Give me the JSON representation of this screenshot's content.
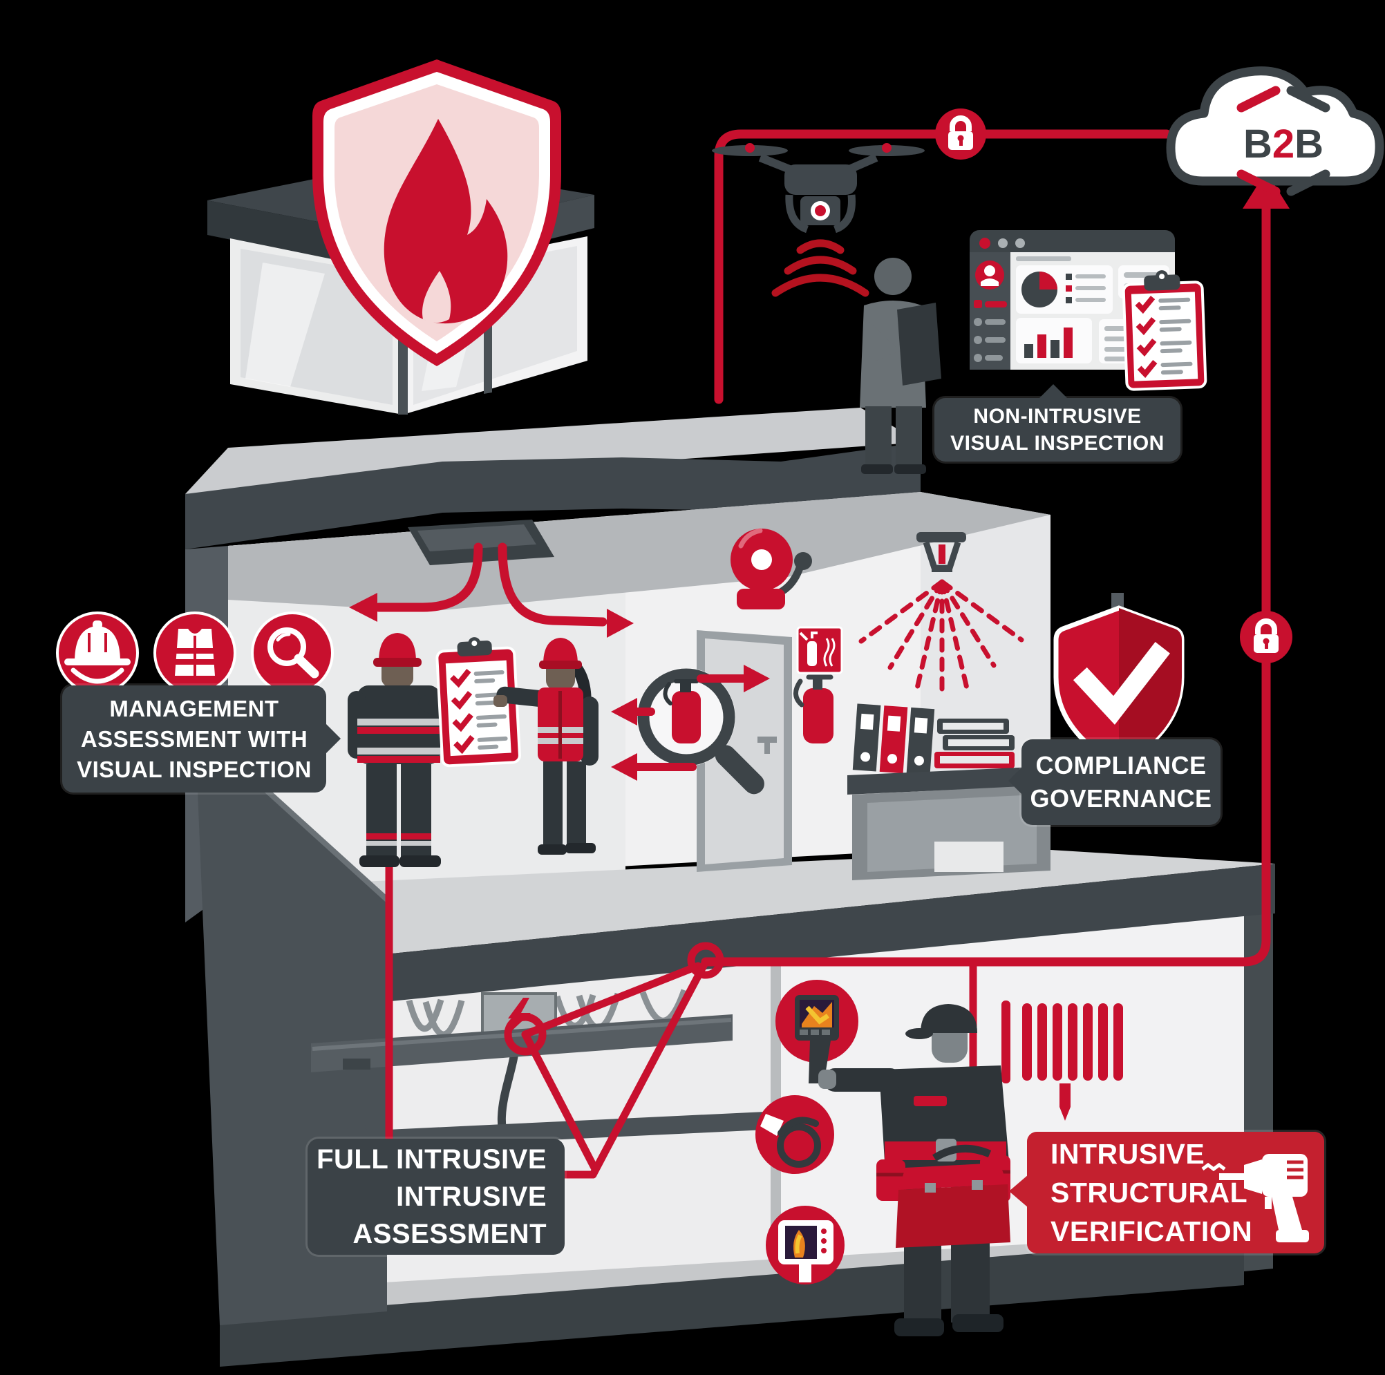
{
  "palette": {
    "red": "#c8102e",
    "red_label_bg": "#c4202f",
    "dark_label_bg": "#3b4247",
    "charcoal": "#40474c",
    "light_wall": "#f1f1f2",
    "white": "#ffffff"
  },
  "cloud": {
    "letters": [
      "B",
      "2",
      "B"
    ]
  },
  "labels": {
    "non_intrusive": {
      "lines": [
        "NON-INTRUSIVE",
        "VISUAL INSPECTION"
      ]
    },
    "management": {
      "lines": [
        "MANAGEMENT",
        "ASSESSMENT WITH",
        "VISUAL INSPECTION"
      ]
    },
    "compliance": {
      "lines": [
        "COMPLIANCE",
        "GOVERNANCE"
      ]
    },
    "full_intrusive": {
      "lines": [
        "FULL INTRUSIVE",
        "INTRUSIVE",
        "ASSESSMENT"
      ]
    },
    "structural": {
      "lines": [
        "INTRUSIVE",
        "STRUCTURAL",
        "VERIFICATION"
      ]
    }
  },
  "icons": {
    "shield_flame": "fire-protection-shield",
    "hard_hat": "hard-hat",
    "safety_vest": "safety-vest",
    "magnifier": "magnifying-glass",
    "lock": "secure-lock",
    "drill": "power-drill",
    "check_shield": "compliance-shield",
    "drone": "inspection-drone",
    "sprinkler": "fire-sprinkler",
    "alarm_bell": "fire-alarm-bell",
    "extinguisher": "fire-extinguisher",
    "thermal_camera": "thermal-camera",
    "borescope": "borescope-cable",
    "thermal_monitor": "thermal-monitor",
    "cloud_b2b": "b2b-cloud"
  }
}
